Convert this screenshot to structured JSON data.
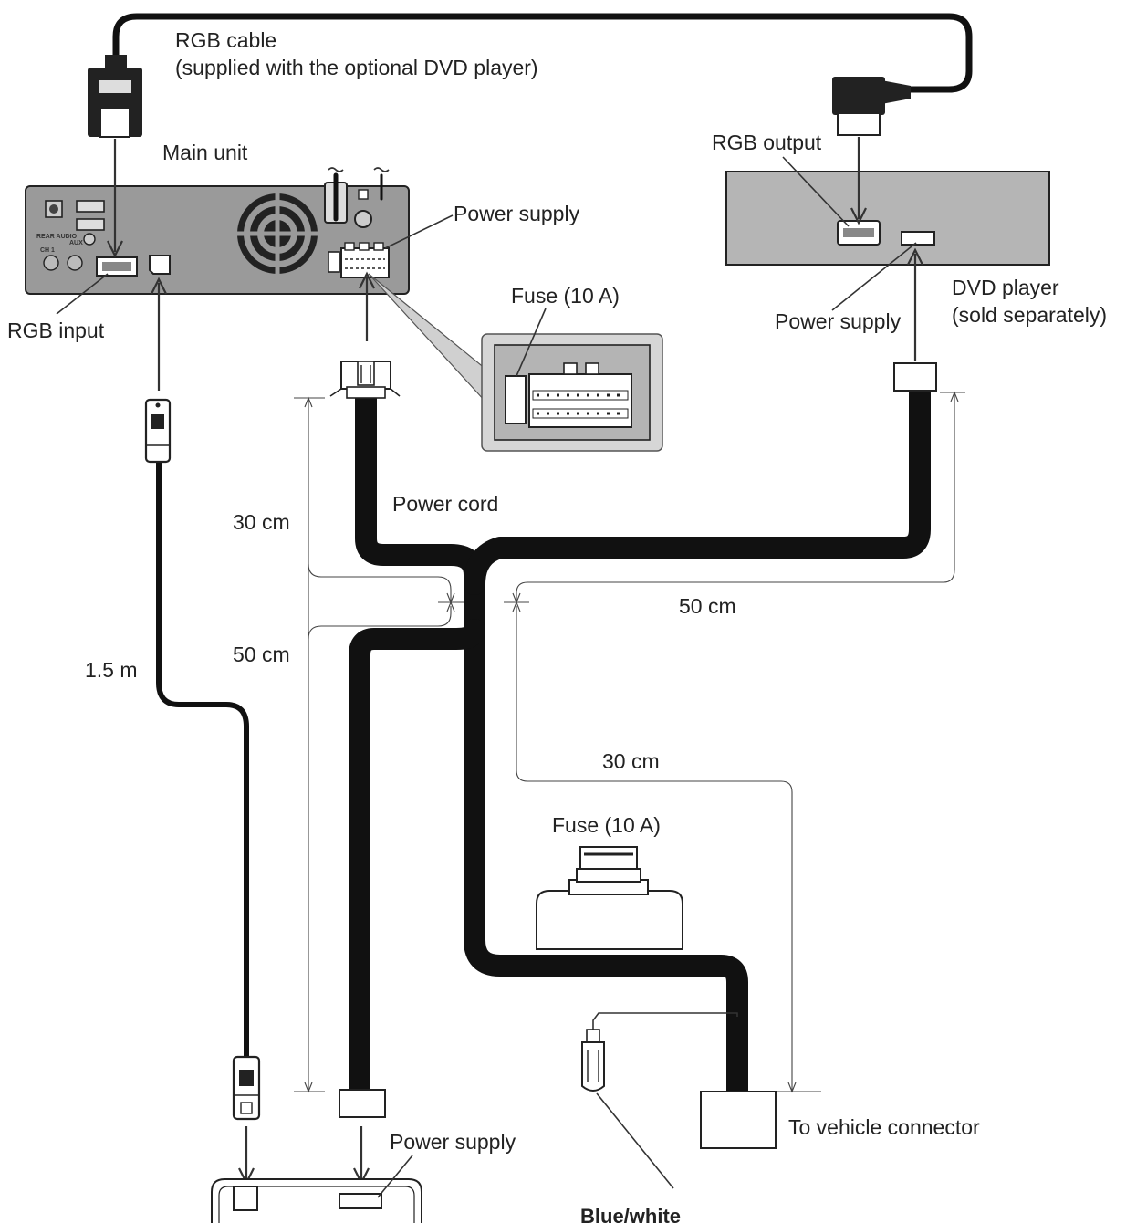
{
  "labels": {
    "rgb_cable": "RGB cable",
    "rgb_cable_note": "(supplied with the optional DVD player)",
    "main_unit": "Main unit",
    "power_supply_top": "Power supply",
    "fuse_inset": "Fuse (10 A)",
    "rgb_input": "RGB input",
    "rgb_output": "RGB output",
    "power_supply_dvd": "Power supply",
    "dvd_player": "DVD player",
    "dvd_player_note": "(sold separately)",
    "power_cord": "Power cord",
    "dim_30cm_left": "30 cm",
    "dim_50cm_left": "50 cm",
    "dim_50cm_right": "50 cm",
    "dim_30cm_right": "30 cm",
    "dim_1_5m": "1.5 m",
    "fuse_lower": "Fuse (10 A)",
    "power_supply_bottom": "Power supply",
    "to_vehicle_connector": "To vehicle connector",
    "blue_white": "Blue/white"
  },
  "panel_markings": {
    "rear_audio": "REAR AUDIO",
    "aux": "AUX",
    "ch": "CH 1"
  },
  "colors": {
    "line": "#111111",
    "unit_fill": "#9a9a9a",
    "dvd_fill": "#b5b5b5",
    "inset_fill": "#c4c4c4",
    "fuse_body_fill": "#ffffff"
  }
}
